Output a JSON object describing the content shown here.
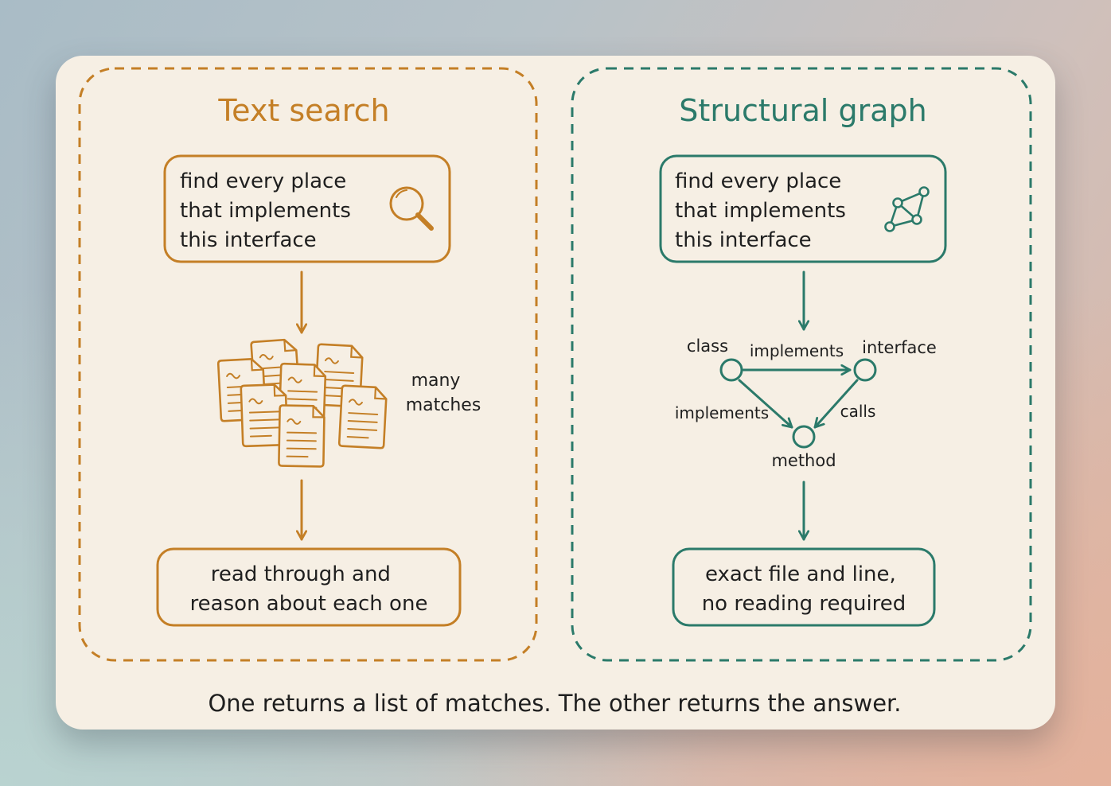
{
  "colors": {
    "orange": "#c47f26",
    "teal": "#2b7a6a",
    "ink": "#1f1f1f",
    "card": "#f6efe4"
  },
  "left_panel": {
    "title": "Text search",
    "query_lines": [
      "find every place",
      "that implements",
      "this interface"
    ],
    "query_icon": "magnifier-icon",
    "docs_label_lines": [
      "many",
      "matches"
    ],
    "result_lines": [
      "read through and",
      "reason about each one"
    ]
  },
  "right_panel": {
    "title": "Structural graph",
    "query_lines": [
      "find every place",
      "that implements",
      "this interface"
    ],
    "query_icon": "graph-icon",
    "graph": {
      "nodes": {
        "class": "class",
        "interface": "interface",
        "method": "method"
      },
      "edges": {
        "class_interface": "implements",
        "class_method": "implements",
        "interface_method": "calls"
      }
    },
    "result_lines": [
      "exact file and line,",
      "no reading required"
    ]
  },
  "caption": "One returns a list of matches. The other returns the answer."
}
